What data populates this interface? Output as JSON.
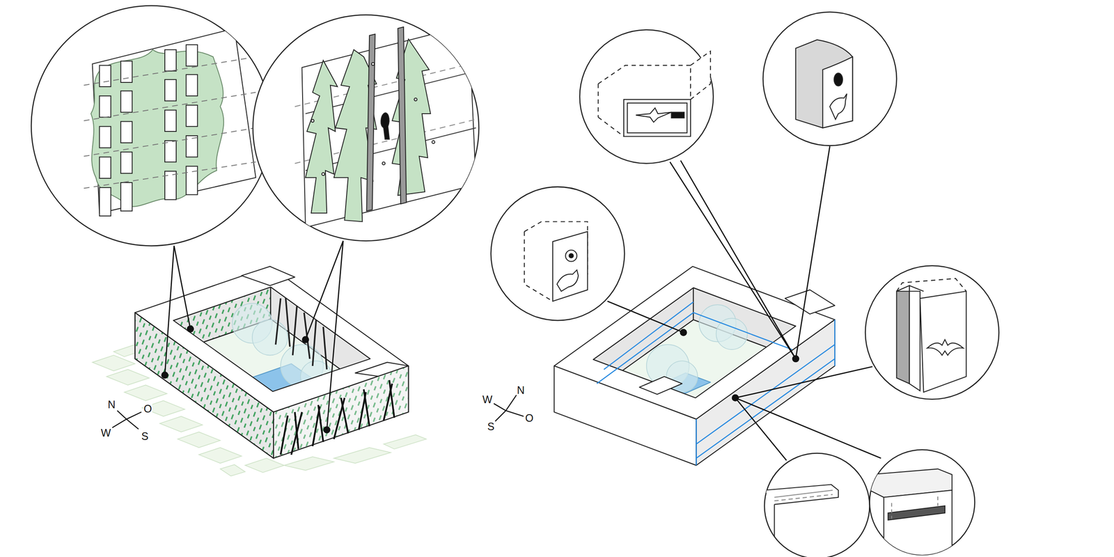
{
  "diagram": {
    "labels": [
      "N",
      "O",
      "W",
      "S",
      "N",
      "W",
      "O",
      "S"
    ]
  }
}
